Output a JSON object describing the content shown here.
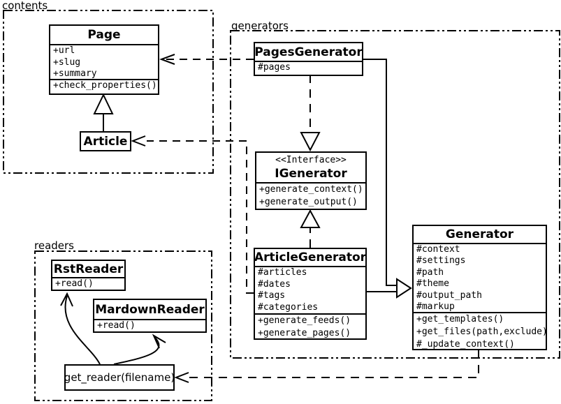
{
  "colors": {
    "line": "#000000",
    "background": "#ffffff",
    "box_fill": "#ffffff"
  },
  "packages": {
    "contents": {
      "label": "contents"
    },
    "generators": {
      "label": "generators"
    },
    "readers": {
      "label": "readers"
    }
  },
  "classes": {
    "page": {
      "title": "Page",
      "attrs": [
        "+url",
        "+slug",
        "+summary"
      ],
      "methods": [
        "+check_properties()"
      ]
    },
    "article": {
      "title": "Article"
    },
    "pages_generator": {
      "title": "PagesGenerator",
      "attrs": [
        "#pages"
      ]
    },
    "igenerator": {
      "stereotype": "<<Interface>>",
      "title": "IGenerator",
      "methods": [
        "+generate_context()",
        "+generate_output()"
      ]
    },
    "article_generator": {
      "title": "ArticleGenerator",
      "attrs": [
        "#articles",
        "#dates",
        "#tags",
        "#categories"
      ],
      "methods": [
        "+generate_feeds()",
        "+generate_pages()"
      ]
    },
    "generator": {
      "title": "Generator",
      "attrs": [
        "#context",
        "#settings",
        "#path",
        "#theme",
        "#output_path",
        "#markup"
      ],
      "methods": [
        "+get_templates()",
        "+get_files(path,exclude)",
        "#_update_context()"
      ]
    },
    "rst_reader": {
      "title": "RstReader",
      "methods": [
        "+read()"
      ]
    },
    "mardown_reader": {
      "title": "MardownReader",
      "methods": [
        "+read()"
      ]
    },
    "get_reader": {
      "label": "get_reader(filename)"
    }
  },
  "relationships": [
    {
      "from": "Article",
      "to": "Page",
      "type": "inheritance"
    },
    {
      "from": "PagesGenerator",
      "to": "Page",
      "type": "dependency"
    },
    {
      "from": "ArticleGenerator",
      "to": "Article",
      "type": "dependency"
    },
    {
      "from": "PagesGenerator",
      "to": "IGenerator",
      "type": "realization"
    },
    {
      "from": "ArticleGenerator",
      "to": "IGenerator",
      "type": "realization"
    },
    {
      "from": "PagesGenerator",
      "to": "Generator",
      "type": "inheritance"
    },
    {
      "from": "ArticleGenerator",
      "to": "Generator",
      "type": "inheritance"
    },
    {
      "from": "Generator",
      "to": "get_reader(filename)",
      "type": "dependency"
    },
    {
      "from": "get_reader(filename)",
      "to": "RstReader",
      "type": "arrow"
    },
    {
      "from": "get_reader(filename)",
      "to": "MardownReader",
      "type": "arrow"
    }
  ]
}
